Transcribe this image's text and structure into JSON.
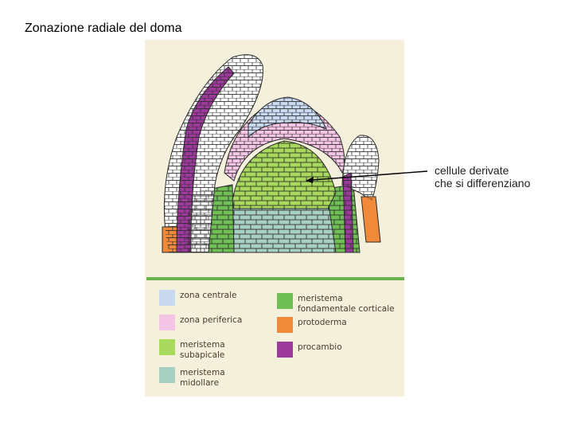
{
  "title": "Zonazione radiale del doma",
  "annotation": {
    "line1": "cellule derivate",
    "line2": "che si differenziano"
  },
  "colors": {
    "paper": "#f4f0dc",
    "zona_centrale": "#c7d8ef",
    "zona_periferica": "#f4c4e4",
    "meristema_subapicale": "#a8d85c",
    "meristema_midollare": "#a7cfc2",
    "meristema_fondamentale_corticale": "#6fbf55",
    "protoderma": "#f08a3a",
    "procambio": "#9b3a9a",
    "divider": "#6ab04c"
  },
  "legend": {
    "left": [
      {
        "key": "zona_centrale",
        "lines": [
          "zona centrale"
        ]
      },
      {
        "key": "zona_periferica",
        "lines": [
          "zona periferica"
        ]
      },
      {
        "key": "meristema_subapicale",
        "lines": [
          "meristema",
          "subapicale"
        ]
      },
      {
        "key": "meristema_midollare",
        "lines": [
          "meristema",
          "midollare"
        ]
      }
    ],
    "right": [
      {
        "key": "meristema_fondamentale_corticale",
        "lines": [
          "meristema",
          "fondamentale corticale"
        ]
      },
      {
        "key": "protoderma",
        "lines": [
          "protoderma"
        ]
      },
      {
        "key": "procambio",
        "lines": [
          "procambio"
        ]
      }
    ]
  }
}
